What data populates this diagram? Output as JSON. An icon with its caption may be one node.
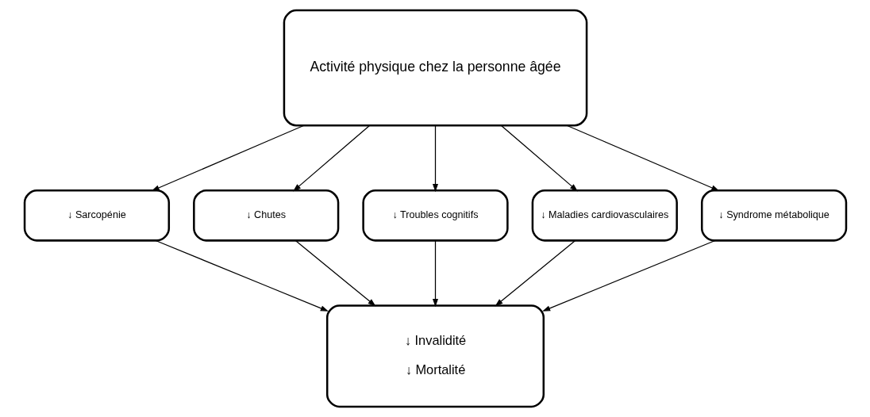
{
  "diagram": {
    "nodes": [
      {
        "text": [
          "Activité physique chez la personne âgée"
        ]
      },
      {
        "text": [
          "↓ Sarcopénie"
        ]
      },
      {
        "text": [
          "↓ Chutes"
        ]
      },
      {
        "text": [
          "↓ Troubles cognitifs"
        ]
      },
      {
        "text": [
          "↓ Maladies cardiovasculaires"
        ]
      },
      {
        "text": [
          "↓ Syndrome métabolique"
        ]
      },
      {
        "text": [
          "↓ Invalidité",
          "↓ Mortalité"
        ]
      }
    ],
    "edges": [
      {
        "from": 0,
        "to": 1,
        "arrow": "to"
      },
      {
        "from": 0,
        "to": 2,
        "arrow": "to"
      },
      {
        "from": 0,
        "to": 3,
        "arrow": "to"
      },
      {
        "from": 0,
        "to": 4,
        "arrow": "to"
      },
      {
        "from": 0,
        "to": 5,
        "arrow": "to"
      },
      {
        "from": 1,
        "to": 6,
        "arrow": "to"
      },
      {
        "from": 2,
        "to": 6,
        "arrow": "to"
      },
      {
        "from": 3,
        "to": 6,
        "arrow": "to"
      },
      {
        "from": 4,
        "to": 6,
        "arrow": "to"
      },
      {
        "from": 5,
        "to": 6,
        "arrow": "to"
      }
    ]
  }
}
